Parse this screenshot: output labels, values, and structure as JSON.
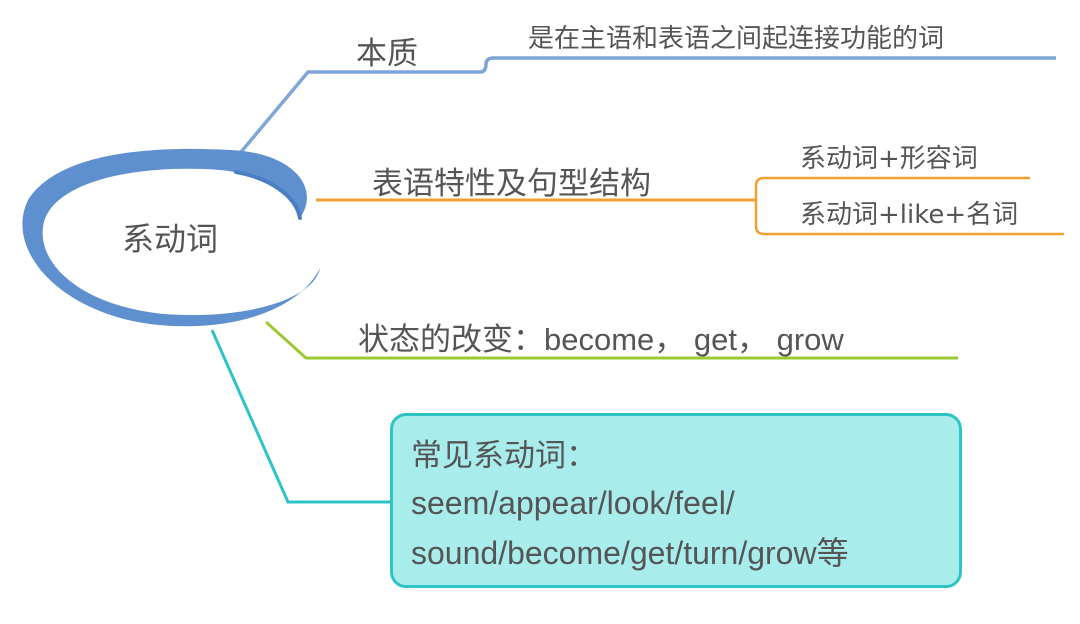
{
  "center": {
    "label": "系动词"
  },
  "branches": {
    "essence": {
      "label": "本质",
      "detail": "是在主语和表语之间起连接功能的词",
      "color": "#7fa6d8"
    },
    "structure": {
      "label": "表语特性及句型结构",
      "items": [
        "系动词+形容词",
        "系动词+like+名词"
      ],
      "color": "#f0a030"
    },
    "change": {
      "label_prefix": "状态的改变：",
      "label_words": "become， get， grow",
      "color": "#9cc830"
    },
    "common": {
      "title": "常见系动词：",
      "line1": "seem/appear/look/feel/",
      "line2": "sound/become/get/turn/grow等",
      "line_color": "#2cc4c4",
      "box_fill": "#a8ecec",
      "box_border": "#2cc4c4"
    }
  },
  "ring_color": "#5e90d0"
}
